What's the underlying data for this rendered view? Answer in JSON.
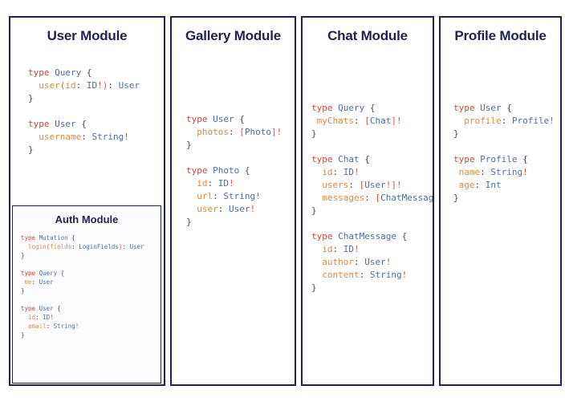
{
  "diagram": {
    "kind": "graphql-schema-modules",
    "panels": [
      {
        "id": "user",
        "title": "User Module",
        "code_blocks": [
          {
            "lines": [
              [
                {
                  "t": "type ",
                  "c": "kw"
                },
                {
                  "t": "Query",
                  "c": "tn"
                },
                {
                  "t": " {",
                  "c": "brc"
                }
              ],
              [
                {
                  "t": "  ",
                  "c": "brc"
                },
                {
                  "t": "user",
                  "c": "fld"
                },
                {
                  "t": "(",
                  "c": "pun"
                },
                {
                  "t": "id",
                  "c": "fld"
                },
                {
                  "t": ": ",
                  "c": "brc"
                },
                {
                  "t": "ID",
                  "c": "tn"
                },
                {
                  "t": "!",
                  "c": "pun"
                },
                {
                  "t": ")",
                  "c": "pun"
                },
                {
                  "t": ": ",
                  "c": "brc"
                },
                {
                  "t": "User",
                  "c": "tn"
                }
              ],
              [
                {
                  "t": "}",
                  "c": "brc"
                }
              ]
            ]
          },
          {
            "lines": [
              [
                {
                  "t": "type ",
                  "c": "kw"
                },
                {
                  "t": "User",
                  "c": "tn"
                },
                {
                  "t": " {",
                  "c": "brc"
                }
              ],
              [
                {
                  "t": "  ",
                  "c": "brc"
                },
                {
                  "t": "username",
                  "c": "fld"
                },
                {
                  "t": ": ",
                  "c": "brc"
                },
                {
                  "t": "String",
                  "c": "tn"
                },
                {
                  "t": "!",
                  "c": "pun"
                }
              ],
              [
                {
                  "t": "}",
                  "c": "brc"
                }
              ]
            ]
          }
        ],
        "subpanel": {
          "id": "auth",
          "title": "Auth Module",
          "code_blocks": [
            {
              "lines": [
                [
                  {
                    "t": "type ",
                    "c": "kw"
                  },
                  {
                    "t": "Mutation",
                    "c": "tn"
                  },
                  {
                    "t": " {",
                    "c": "brc"
                  }
                ],
                [
                  {
                    "t": "  ",
                    "c": "brc"
                  },
                  {
                    "t": "login",
                    "c": "fld"
                  },
                  {
                    "t": "(",
                    "c": "pun"
                  },
                  {
                    "t": "fields",
                    "c": "fld"
                  },
                  {
                    "t": ": ",
                    "c": "brc"
                  },
                  {
                    "t": "LoginFields",
                    "c": "tn"
                  },
                  {
                    "t": ")",
                    "c": "pun"
                  },
                  {
                    "t": ": ",
                    "c": "brc"
                  },
                  {
                    "t": "User",
                    "c": "tn"
                  }
                ],
                [
                  {
                    "t": "}",
                    "c": "brc"
                  }
                ]
              ]
            },
            {
              "lines": [
                [
                  {
                    "t": "type ",
                    "c": "kw"
                  },
                  {
                    "t": "Query",
                    "c": "tn"
                  },
                  {
                    "t": " {",
                    "c": "brc"
                  }
                ],
                [
                  {
                    "t": " ",
                    "c": "brc"
                  },
                  {
                    "t": "me",
                    "c": "fld"
                  },
                  {
                    "t": ": ",
                    "c": "brc"
                  },
                  {
                    "t": "User",
                    "c": "tn"
                  }
                ],
                [
                  {
                    "t": "}",
                    "c": "brc"
                  }
                ]
              ]
            },
            {
              "lines": [
                [
                  {
                    "t": "type ",
                    "c": "kw"
                  },
                  {
                    "t": "User",
                    "c": "tn"
                  },
                  {
                    "t": " {",
                    "c": "brc"
                  }
                ],
                [
                  {
                    "t": "  ",
                    "c": "brc"
                  },
                  {
                    "t": "id",
                    "c": "fld"
                  },
                  {
                    "t": ": ",
                    "c": "brc"
                  },
                  {
                    "t": "ID",
                    "c": "tn"
                  },
                  {
                    "t": "!",
                    "c": "pun"
                  }
                ],
                [
                  {
                    "t": "  ",
                    "c": "brc"
                  },
                  {
                    "t": "email",
                    "c": "fld"
                  },
                  {
                    "t": ": ",
                    "c": "brc"
                  },
                  {
                    "t": "String",
                    "c": "tn"
                  },
                  {
                    "t": "!",
                    "c": "pun"
                  }
                ],
                [
                  {
                    "t": "}",
                    "c": "brc"
                  }
                ]
              ]
            }
          ]
        }
      },
      {
        "id": "gallery",
        "title": "Gallery Module",
        "code_blocks": [
          {
            "lines": [
              [
                {
                  "t": "type ",
                  "c": "kw"
                },
                {
                  "t": "User",
                  "c": "tn"
                },
                {
                  "t": " {",
                  "c": "brc"
                }
              ],
              [
                {
                  "t": "  ",
                  "c": "brc"
                },
                {
                  "t": "photos",
                  "c": "fld"
                },
                {
                  "t": ": ",
                  "c": "brc"
                },
                {
                  "t": "[",
                  "c": "pun"
                },
                {
                  "t": "Photo",
                  "c": "tn"
                },
                {
                  "t": "]",
                  "c": "pun"
                },
                {
                  "t": "!",
                  "c": "pun"
                }
              ],
              [
                {
                  "t": "}",
                  "c": "brc"
                }
              ]
            ]
          },
          {
            "lines": [
              [
                {
                  "t": "type ",
                  "c": "kw"
                },
                {
                  "t": "Photo",
                  "c": "tn"
                },
                {
                  "t": " {",
                  "c": "brc"
                }
              ],
              [
                {
                  "t": "  ",
                  "c": "brc"
                },
                {
                  "t": "id",
                  "c": "fld"
                },
                {
                  "t": ": ",
                  "c": "brc"
                },
                {
                  "t": "ID",
                  "c": "tn"
                },
                {
                  "t": "!",
                  "c": "pun"
                }
              ],
              [
                {
                  "t": "  ",
                  "c": "brc"
                },
                {
                  "t": "url",
                  "c": "fld"
                },
                {
                  "t": ": ",
                  "c": "brc"
                },
                {
                  "t": "String",
                  "c": "tn"
                },
                {
                  "t": "!",
                  "c": "pun"
                }
              ],
              [
                {
                  "t": "  ",
                  "c": "brc"
                },
                {
                  "t": "user",
                  "c": "fld"
                },
                {
                  "t": ": ",
                  "c": "brc"
                },
                {
                  "t": "User",
                  "c": "tn"
                },
                {
                  "t": "!",
                  "c": "pun"
                }
              ],
              [
                {
                  "t": "}",
                  "c": "brc"
                }
              ]
            ]
          }
        ]
      },
      {
        "id": "chat",
        "title": "Chat Module",
        "code_blocks": [
          {
            "lines": [
              [
                {
                  "t": "type ",
                  "c": "kw"
                },
                {
                  "t": "Query",
                  "c": "tn"
                },
                {
                  "t": " {",
                  "c": "brc"
                }
              ],
              [
                {
                  "t": " ",
                  "c": "brc"
                },
                {
                  "t": "myChats",
                  "c": "fld"
                },
                {
                  "t": ": ",
                  "c": "brc"
                },
                {
                  "t": "[",
                  "c": "pun"
                },
                {
                  "t": "Chat",
                  "c": "tn"
                },
                {
                  "t": "]",
                  "c": "pun"
                },
                {
                  "t": "!",
                  "c": "pun"
                }
              ],
              [
                {
                  "t": "}",
                  "c": "brc"
                }
              ]
            ]
          },
          {
            "lines": [
              [
                {
                  "t": "type ",
                  "c": "kw"
                },
                {
                  "t": "Chat",
                  "c": "tn"
                },
                {
                  "t": " {",
                  "c": "brc"
                }
              ],
              [
                {
                  "t": "  ",
                  "c": "brc"
                },
                {
                  "t": "id",
                  "c": "fld"
                },
                {
                  "t": ": ",
                  "c": "brc"
                },
                {
                  "t": "ID",
                  "c": "tn"
                },
                {
                  "t": "!",
                  "c": "pun"
                }
              ],
              [
                {
                  "t": "  ",
                  "c": "brc"
                },
                {
                  "t": "users",
                  "c": "fld"
                },
                {
                  "t": ": ",
                  "c": "brc"
                },
                {
                  "t": "[",
                  "c": "pun"
                },
                {
                  "t": "User",
                  "c": "tn"
                },
                {
                  "t": "!",
                  "c": "pun"
                },
                {
                  "t": "]",
                  "c": "pun"
                },
                {
                  "t": "!",
                  "c": "pun"
                }
              ],
              [
                {
                  "t": "  ",
                  "c": "brc"
                },
                {
                  "t": "messages",
                  "c": "fld"
                },
                {
                  "t": ": ",
                  "c": "brc"
                },
                {
                  "t": "[",
                  "c": "pun"
                },
                {
                  "t": "ChatMessage",
                  "c": "tn"
                },
                {
                  "t": "]",
                  "c": "pun"
                },
                {
                  "t": "!",
                  "c": "pun"
                }
              ],
              [
                {
                  "t": "}",
                  "c": "brc"
                }
              ]
            ]
          },
          {
            "lines": [
              [
                {
                  "t": "type ",
                  "c": "kw"
                },
                {
                  "t": "ChatMessage",
                  "c": "tn"
                },
                {
                  "t": " {",
                  "c": "brc"
                }
              ],
              [
                {
                  "t": "  ",
                  "c": "brc"
                },
                {
                  "t": "id",
                  "c": "fld"
                },
                {
                  "t": ": ",
                  "c": "brc"
                },
                {
                  "t": "ID",
                  "c": "tn"
                },
                {
                  "t": "!",
                  "c": "pun"
                }
              ],
              [
                {
                  "t": "  ",
                  "c": "brc"
                },
                {
                  "t": "author",
                  "c": "fld"
                },
                {
                  "t": ": ",
                  "c": "brc"
                },
                {
                  "t": "User",
                  "c": "tn"
                },
                {
                  "t": "!",
                  "c": "pun"
                }
              ],
              [
                {
                  "t": "  ",
                  "c": "brc"
                },
                {
                  "t": "content",
                  "c": "fld"
                },
                {
                  "t": ": ",
                  "c": "brc"
                },
                {
                  "t": "String",
                  "c": "tn"
                },
                {
                  "t": "!",
                  "c": "pun"
                }
              ],
              [
                {
                  "t": "}",
                  "c": "brc"
                }
              ]
            ]
          }
        ]
      },
      {
        "id": "profile",
        "title": "Profile Module",
        "code_blocks": [
          {
            "lines": [
              [
                {
                  "t": "type ",
                  "c": "kw"
                },
                {
                  "t": "User",
                  "c": "tn"
                },
                {
                  "t": " {",
                  "c": "brc"
                }
              ],
              [
                {
                  "t": "  ",
                  "c": "brc"
                },
                {
                  "t": "profile",
                  "c": "fld"
                },
                {
                  "t": ": ",
                  "c": "brc"
                },
                {
                  "t": "Profile",
                  "c": "tn"
                },
                {
                  "t": "!",
                  "c": "pun"
                }
              ],
              [
                {
                  "t": "}",
                  "c": "brc"
                }
              ]
            ]
          },
          {
            "lines": [
              [
                {
                  "t": "type ",
                  "c": "kw"
                },
                {
                  "t": "Profile",
                  "c": "tn"
                },
                {
                  "t": " {",
                  "c": "brc"
                }
              ],
              [
                {
                  "t": " ",
                  "c": "brc"
                },
                {
                  "t": "name",
                  "c": "fld"
                },
                {
                  "t": ": ",
                  "c": "brc"
                },
                {
                  "t": "String",
                  "c": "tn"
                },
                {
                  "t": "!",
                  "c": "pun"
                }
              ],
              [
                {
                  "t": " ",
                  "c": "brc"
                },
                {
                  "t": "age",
                  "c": "fld"
                },
                {
                  "t": ": ",
                  "c": "brc"
                },
                {
                  "t": "Int",
                  "c": "tn"
                }
              ],
              [
                {
                  "t": "}",
                  "c": "brc"
                }
              ]
            ]
          }
        ]
      }
    ],
    "colors": {
      "border": "#1f2057",
      "title": "#1f2057",
      "keyword": "#c8453a",
      "typename": "#4a6fa5",
      "field": "#e0893f",
      "punctuation": "#d4593f",
      "brace": "#4a4a52",
      "background": "#ffffff"
    }
  }
}
